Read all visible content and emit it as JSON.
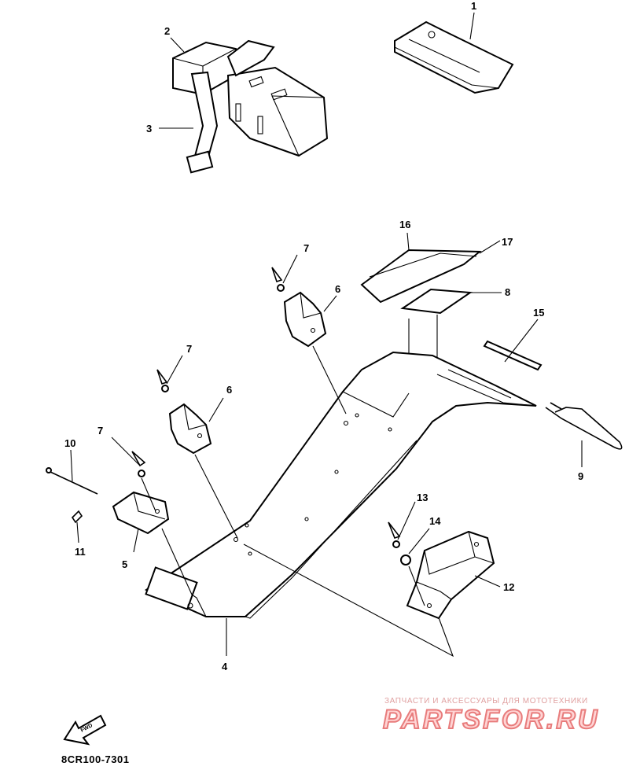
{
  "diagram": {
    "callouts": {
      "c1": "1",
      "c2": "2",
      "c3": "3",
      "c4": "4",
      "c5": "5",
      "c6a": "6",
      "c6b": "6",
      "c7a": "7",
      "c7b": "7",
      "c7c": "7",
      "c8": "8",
      "c9": "9",
      "c10": "10",
      "c11": "11",
      "c12": "12",
      "c13": "13",
      "c14": "14",
      "c15": "15",
      "c16": "16",
      "c17": "17"
    },
    "front_arrow_label": "FWD",
    "drawing_code": "8CR100-7301"
  },
  "watermark": {
    "tagline": "ЗАПЧАСТИ И АКСЕССУАРЫ ДЛЯ МОТОТЕХНИКИ",
    "logo": "PARTSFOR.RU"
  }
}
